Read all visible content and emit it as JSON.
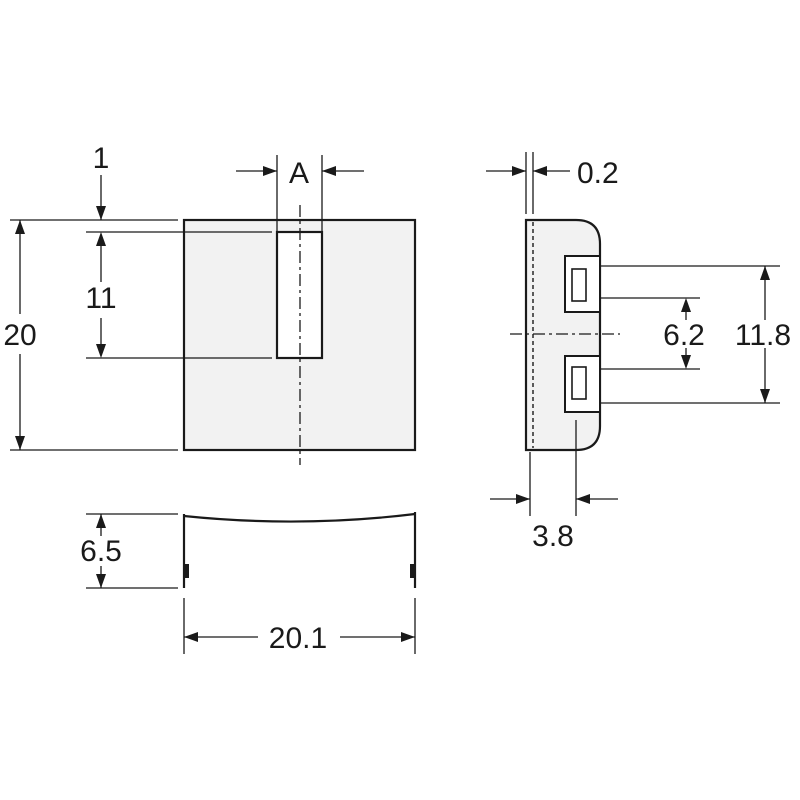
{
  "dimensions": {
    "top_gap": "1",
    "slot_width": "A",
    "slot_height": "11",
    "total_height": "20",
    "plate_thickness": "0.2",
    "hole_pitch_inner": "6.2",
    "hole_pitch_outer": "11.8",
    "depth": "3.8",
    "side_height": "6.5",
    "bottom_width": "20.1"
  }
}
